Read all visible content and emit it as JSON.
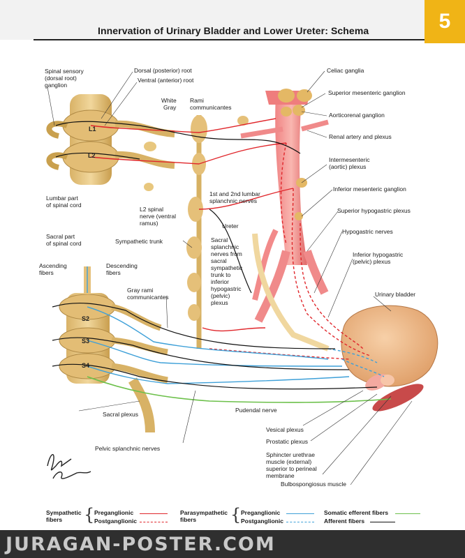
{
  "header": {
    "title": "Innervation of Urinary Bladder and Lower Ureter: Schema",
    "chapter_number": "5"
  },
  "spinal_segments": [
    "L1",
    "L2",
    "S2",
    "S3",
    "S4"
  ],
  "labels": {
    "spinal_sensory_ganglion": "Spinal sensory\n(dorsal root)\nganglion",
    "dorsal_root": "Dorsal (posterior) root",
    "ventral_root": "Ventral (anterior) root",
    "white": "White",
    "gray": "Gray",
    "rami_communicantes": "Rami\ncommunicantes",
    "lumbar_spinal_cord": "Lumbar part\nof spinal cord",
    "l2_spinal_nerve": "L2 spinal\nnerve (ventral\nramus)",
    "lumbar_splanchnic": "1st and 2nd lumbar\nsplanchnic nerves",
    "sacral_spinal_cord": "Sacral part\nof spinal cord",
    "sympathetic_trunk": "Sympathetic trunk",
    "ascending_fibers": "Ascending\nfibers",
    "descending_fibers": "Descending\nfibers",
    "gray_rami": "Gray rami\ncommunicantes",
    "ureter": "Ureter",
    "sacral_splanchnic": "Sacral\nsplanchnic\nnerves from\nsacral\nsympathetic\ntrunk to\ninferior\nhypogastric\n(pelvic)\nplexus",
    "celiac_ganglia": "Celiac ganglia",
    "superior_mesenteric_ganglion": "Superior mesenteric ganglion",
    "aorticorenal_ganglion": "Aorticorenal ganglion",
    "renal_artery_plexus": "Renal artery and plexus",
    "intermesenteric_plexus": "Intermesenteric\n(aortic) plexus",
    "inferior_mesenteric_ganglion": "Inferior mesenteric ganglion",
    "superior_hypogastric_plexus": "Superior hypogastric plexus",
    "hypogastric_nerves": "Hypogastric nerves",
    "inferior_hypogastric_plexus": "Inferior hypogastric\n(pelvic) plexus",
    "urinary_bladder": "Urinary bladder",
    "pudendal_nerve": "Pudendal nerve",
    "vesical_plexus": "Vesical plexus",
    "prostatic_plexus": "Prostatic plexus",
    "sphincter_urethrae": "Sphincter urethrae\nmuscle (external)\nsuperior to perineal\nmembrane",
    "bulbospongiosus": "Bulbospongiosus muscle",
    "sacral_plexus": "Sacral plexus",
    "pelvic_splanchnic": "Pelvic splanchnic nerves"
  },
  "legend": {
    "sympathetic": "Sympathetic\nfibers",
    "sym_pre": "Preganglionic",
    "sym_post": "Postganglionic",
    "parasympathetic": "Parasympathetic\nfibers",
    "para_pre": "Preganglionic",
    "para_post": "Postganglionic",
    "somatic": "Somatic efferent fibers",
    "afferent": "Afferent fibers"
  },
  "colors": {
    "sympathetic": "#e0262b",
    "parasympathetic": "#3ea0d8",
    "somatic": "#6cc04a",
    "afferent": "#111111",
    "nerve_tan": "#e8c77e",
    "vessel_pink": "#f28a8a",
    "bladder": "#f0b58a",
    "chapter_tab": "#f0b416"
  },
  "signature": {
    "artist1": "F. Netter M.D.",
    "artist2": "C. Machado M.D."
  },
  "watermark": "JURAGAN-POSTER.COM"
}
